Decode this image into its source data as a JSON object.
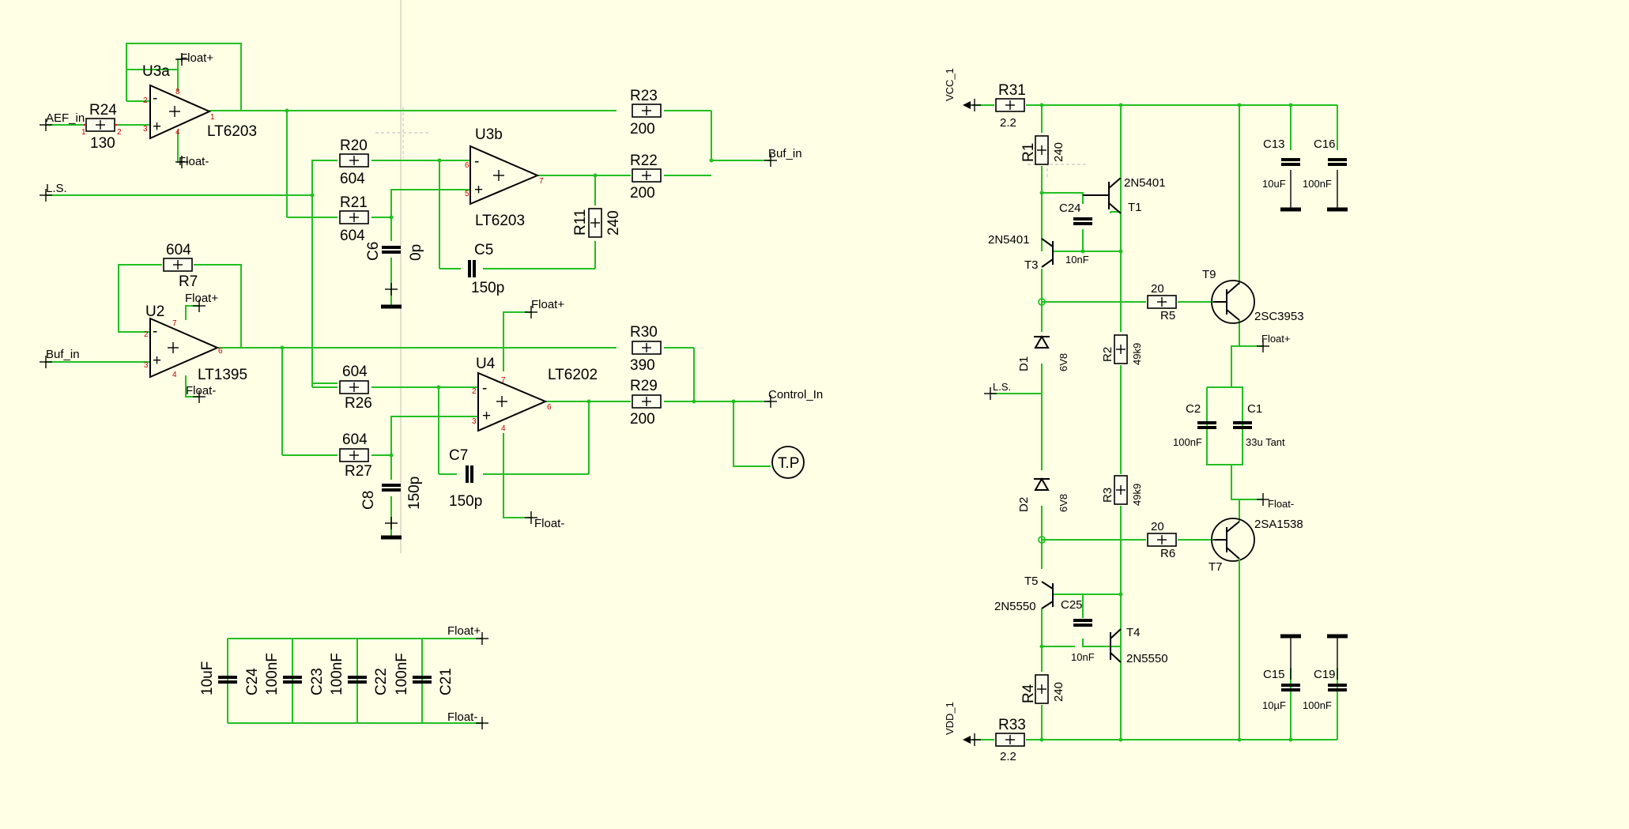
{
  "nets": {
    "aef_in": "AEF_in",
    "ls": "L.S.",
    "buf_in": "Buf_in",
    "buf_in_out": "Buf_in",
    "control_in": "Control_In",
    "float_plus": "Float+",
    "float_minus": "Float-",
    "vcc": "VCC_1",
    "vdd": "VDD_1",
    "tp": "T.P",
    "ls2": "L.S."
  },
  "opamps": {
    "u3a": {
      "ref": "U3a",
      "part": "LT6203"
    },
    "u3b": {
      "ref": "U3b",
      "part": "LT6203"
    },
    "u2": {
      "ref": "U2",
      "part": "LT1395"
    },
    "u4": {
      "ref": "U4",
      "part": "LT6202"
    }
  },
  "resistors": {
    "r24": {
      "ref": "R24",
      "value": "130"
    },
    "r23": {
      "ref": "R23",
      "value": "200"
    },
    "r22": {
      "ref": "R22",
      "value": "200"
    },
    "r20": {
      "ref": "R20",
      "value": "604"
    },
    "r21": {
      "ref": "R21",
      "value": "604"
    },
    "r11": {
      "ref": "R11",
      "value": "240"
    },
    "r7": {
      "ref": "R7",
      "value": "604"
    },
    "r30": {
      "ref": "R30",
      "value": "390"
    },
    "r29": {
      "ref": "R29",
      "value": "200"
    },
    "r26": {
      "ref": "R26",
      "value": "604"
    },
    "r27": {
      "ref": "R27",
      "value": "604"
    },
    "r31": {
      "ref": "R31",
      "value": "2.2"
    },
    "r1": {
      "ref": "R1",
      "value": "240"
    },
    "r5": {
      "ref": "R5",
      "value": "20"
    },
    "r2": {
      "ref": "R2",
      "value": "49k9"
    },
    "r3": {
      "ref": "R3",
      "value": "49k9"
    },
    "r6": {
      "ref": "R6",
      "value": "20"
    },
    "r4": {
      "ref": "R4",
      "value": "240"
    },
    "r33": {
      "ref": "R33",
      "value": "2.2"
    }
  },
  "capacitors": {
    "c6": {
      "ref": "C6",
      "value": "0p"
    },
    "c5": {
      "ref": "C5",
      "value": "150p"
    },
    "c7": {
      "ref": "C7",
      "value": "150p"
    },
    "c8": {
      "ref": "C8",
      "value": "150p"
    },
    "c24a": {
      "ref": "C24",
      "value": "10uF"
    },
    "c23": {
      "ref": "C23",
      "value": "100nF"
    },
    "c22": {
      "ref": "C22",
      "value": "100nF"
    },
    "c21": {
      "ref": "C21",
      "value": "100nF"
    },
    "c13": {
      "ref": "C13",
      "value": "10uF"
    },
    "c16": {
      "ref": "C16",
      "value": "100nF"
    },
    "c24b": {
      "ref": "C24",
      "value": "10nF"
    },
    "c2": {
      "ref": "C2",
      "value": "100nF"
    },
    "c1": {
      "ref": "C1",
      "value": "33u Tant"
    },
    "c25": {
      "ref": "C25",
      "value": "10nF"
    },
    "c15": {
      "ref": "C15",
      "value": "10µF"
    },
    "c19": {
      "ref": "C19",
      "value": "100nF"
    }
  },
  "transistors": {
    "t1": {
      "ref": "T1",
      "part": "2N5401"
    },
    "t3": {
      "ref": "T3",
      "part": "2N5401"
    },
    "t9": {
      "ref": "T9",
      "part": "2SC3953"
    },
    "t7": {
      "ref": "T7",
      "part": "2SA1538"
    },
    "t5": {
      "ref": "T5",
      "part": "2N5550"
    },
    "t4": {
      "ref": "T4",
      "part": "2N5550"
    }
  },
  "diodes": {
    "d1": {
      "ref": "D1",
      "value": "6V8"
    },
    "d2": {
      "ref": "D2",
      "value": "6V8"
    }
  },
  "pins": {
    "p1": "1",
    "p2": "2",
    "p3": "3",
    "p4": "4",
    "p5": "5",
    "p6": "6",
    "p7": "7",
    "p8": "8"
  },
  "colors": {
    "background": "#ffffe6",
    "wire": "#21c021",
    "pin": "#d01010",
    "symbol": "#000000"
  }
}
